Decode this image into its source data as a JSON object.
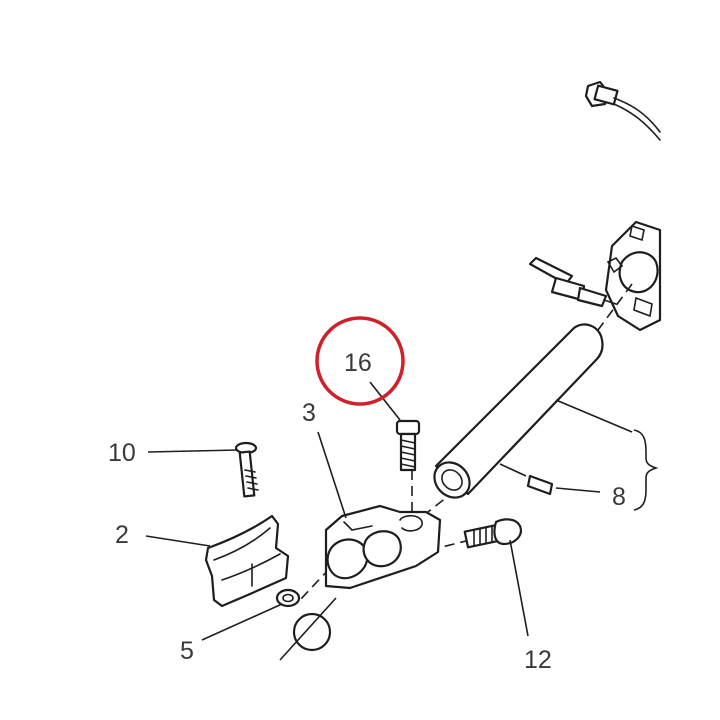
{
  "diagram": {
    "callouts": [
      {
        "id": "label-10",
        "text": "10"
      },
      {
        "id": "label-2",
        "text": "2"
      },
      {
        "id": "label-5",
        "text": "5"
      },
      {
        "id": "label-3",
        "text": "3"
      },
      {
        "id": "label-16",
        "text": "16"
      },
      {
        "id": "label-8",
        "text": "8"
      },
      {
        "id": "label-12",
        "text": "12"
      }
    ],
    "highlight_color": "#d0202a"
  }
}
